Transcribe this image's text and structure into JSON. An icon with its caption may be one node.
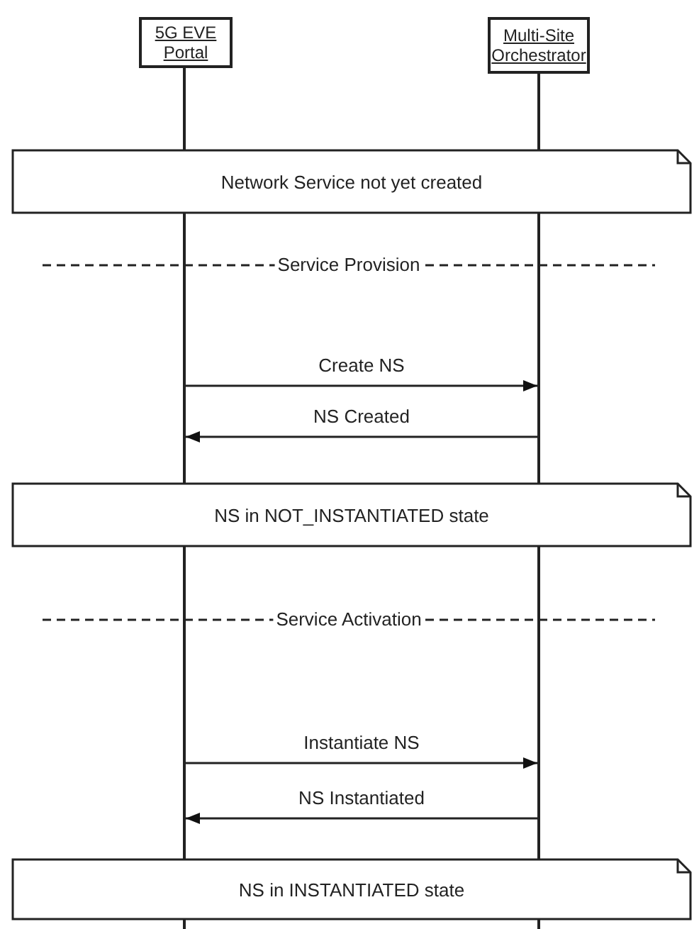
{
  "diagram": {
    "nodes": [
      {
        "text": [
          "5G EVE Portal"
        ]
      },
      {
        "text": [
          "Multi-Site Orchestrator"
        ]
      },
      {
        "text": [],
        "shape": "bar"
      },
      {
        "text": [],
        "shape": "bar"
      },
      {
        "text": [
          "Network Service not yet created"
        ]
      },
      {
        "text": [
          "NS in NOT_INSTANTIATED state"
        ]
      },
      {
        "text": [
          "NS in INSTANTIATED state"
        ]
      }
    ],
    "edges": [
      {
        "from": 2,
        "to": 3,
        "arrow": "to",
        "label": "Create NS"
      },
      {
        "from": 3,
        "to": 2,
        "arrow": "to",
        "label": "NS Created"
      },
      {
        "from": 2,
        "to": 3,
        "arrow": "to",
        "label": "Instantiate NS"
      },
      {
        "from": 3,
        "to": 2,
        "arrow": "to",
        "label": "NS Instantiated"
      }
    ],
    "labels": [
      "Service Provision",
      "Service Activation"
    ]
  }
}
